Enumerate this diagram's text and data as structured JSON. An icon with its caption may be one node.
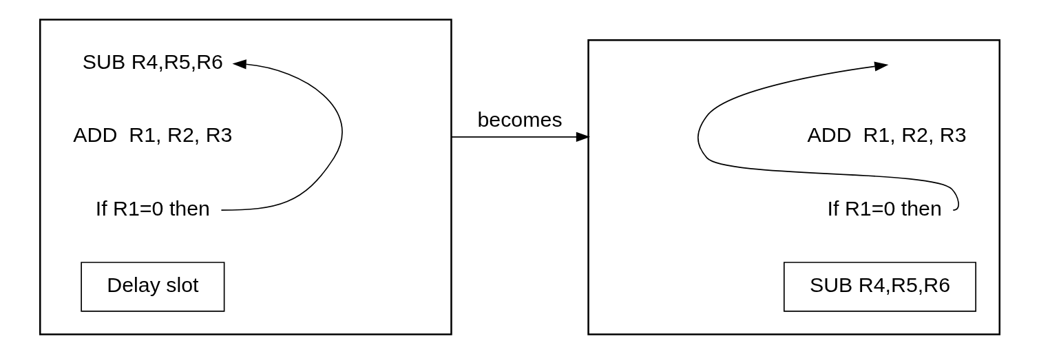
{
  "diagram": {
    "nodes": [
      {
        "text": [],
        "shape": "box"
      },
      {
        "text": [
          "SUB R4,R5,R6"
        ],
        "in": 0
      },
      {
        "text": [
          "ADD  R1, R2, R3"
        ],
        "in": 0
      },
      {
        "text": [
          "If R1=0 then"
        ],
        "in": 0
      },
      {
        "text": [
          "Delay slot"
        ],
        "in": 0
      },
      {
        "text": [],
        "shape": "box"
      },
      {
        "text": [
          "ADD  R1, R2, R3"
        ],
        "in": 5
      },
      {
        "text": [
          "If R1=0 then"
        ],
        "in": 5
      },
      {
        "text": [
          "SUB R4,R5,R6"
        ],
        "in": 5
      }
    ],
    "edges": [
      {
        "from": 3,
        "to": 1,
        "arrow": "to"
      },
      {
        "from": 0,
        "to": 5,
        "arrow": "to",
        "label": "becomes"
      },
      {
        "from": 7,
        "to": null,
        "arrow": "to"
      }
    ]
  }
}
